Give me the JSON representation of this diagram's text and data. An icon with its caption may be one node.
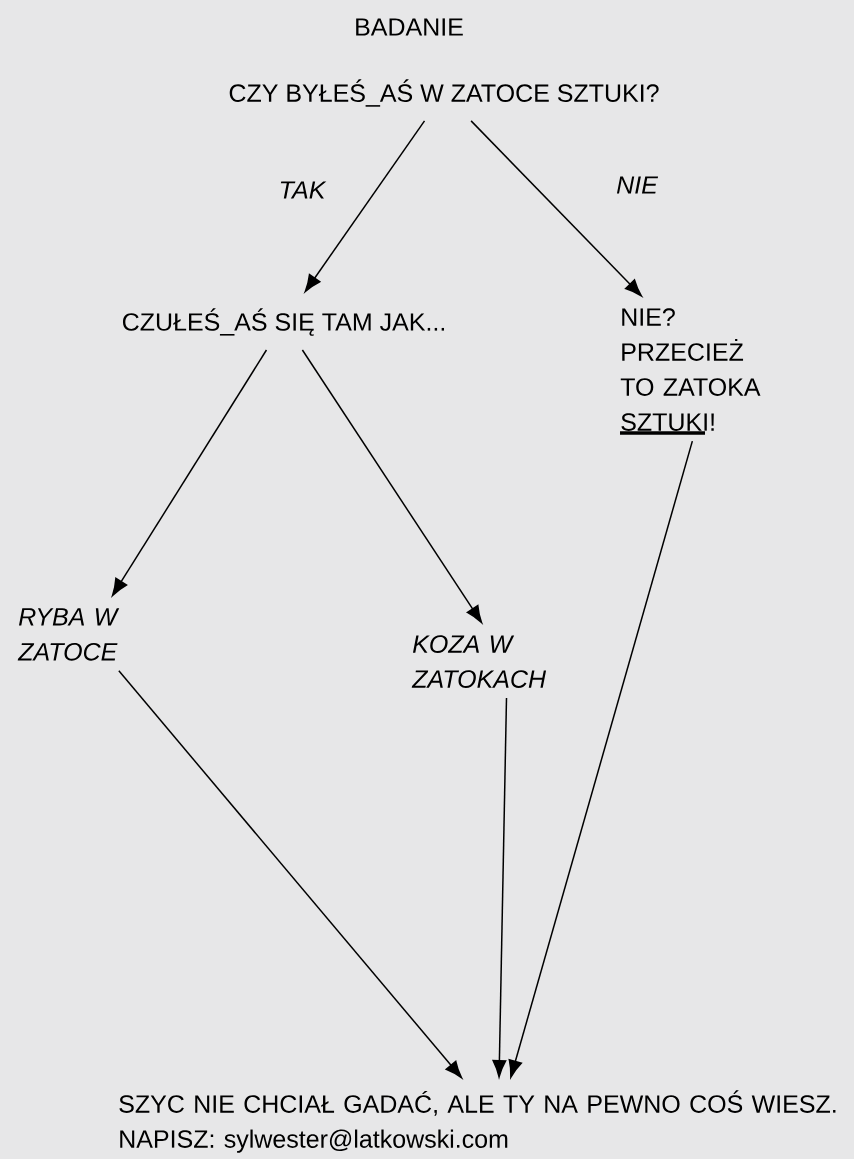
{
  "diagram": {
    "title": "BADANIE",
    "nodes": [
      {
        "text": [
          "CZY BYŁEŚ_AŚ W ZATOCE SZTUKI?"
        ]
      },
      {
        "text": [
          "CZUŁEŚ_AŚ SIĘ TAM JAK..."
        ]
      },
      {
        "text": [
          "NIE? PRZECIEŻ TO ZATOKA SZTUKI!"
        ]
      },
      {
        "text": [
          "RYBA W ZATOCE"
        ]
      },
      {
        "text": [
          "KOZA W ZATOKACH"
        ]
      },
      {
        "text": [
          "SZYC NIE CHCIAŁ GADAĆ, ALE TY NA PEWNO COŚ WIESZ. NAPISZ: sylwester@latkowski.com"
        ]
      }
    ],
    "edges": [
      {
        "from": 0,
        "to": 1,
        "arrow": "to",
        "label": "TAK"
      },
      {
        "from": 0,
        "to": 2,
        "arrow": "to",
        "label": "NIE"
      },
      {
        "from": 1,
        "to": 3,
        "arrow": "to"
      },
      {
        "from": 1,
        "to": 4,
        "arrow": "to"
      },
      {
        "from": 3,
        "to": 5,
        "arrow": "to"
      },
      {
        "from": 4,
        "to": 5,
        "arrow": "to"
      },
      {
        "from": 2,
        "to": 5,
        "arrow": "to"
      }
    ]
  }
}
